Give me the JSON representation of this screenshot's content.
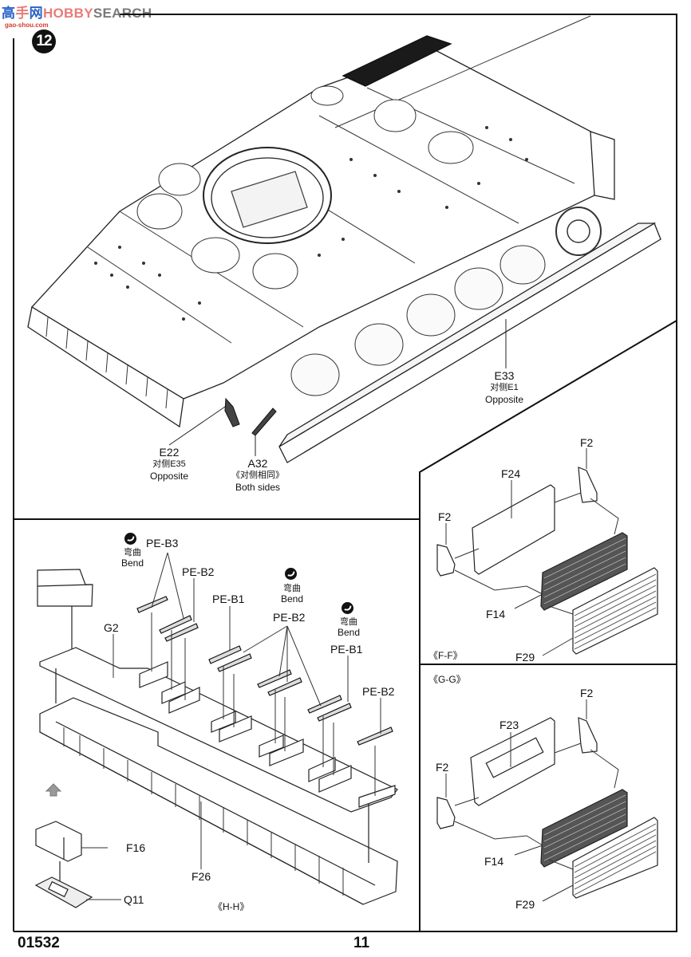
{
  "watermark": {
    "logo_cn": "高",
    "logo_mid": "手",
    "logo_cn2": "网",
    "brand_faded": "HOBBY",
    "brand": "SEARCH",
    "url": "gao-shou.com"
  },
  "step": {
    "number": "12"
  },
  "main_view": {
    "callouts": [
      {
        "part": "E22",
        "note_cn": "对侧E35",
        "note_en": "Opposite"
      },
      {
        "part": "A32",
        "note_cn": "《对侧相同》",
        "note_en": "Both sides"
      },
      {
        "part": "E33",
        "note_cn": "对侧E1",
        "note_en": "Opposite"
      }
    ]
  },
  "hh_panel": {
    "section_label": "《H-H》",
    "bend_notes": [
      {
        "cn": "弯曲",
        "en": "Bend"
      },
      {
        "cn": "弯曲",
        "en": "Bend"
      },
      {
        "cn": "弯曲",
        "en": "Bend"
      }
    ],
    "parts": {
      "pe_b3": "PE-B3",
      "pe_b2_a": "PE-B2",
      "pe_b1_a": "PE-B1",
      "pe_b2_b": "PE-B2",
      "pe_b1_b": "PE-B1",
      "pe_b2_c": "PE-B2",
      "g2": "G2",
      "f16": "F16",
      "q11": "Q11",
      "f26": "F26"
    }
  },
  "ff_panel": {
    "section_label": "《F-F》",
    "parts": {
      "f2_right": "F2",
      "f24": "F24",
      "f2_left": "F2",
      "f14": "F14",
      "f29": "F29"
    }
  },
  "gg_panel": {
    "section_label": "《G-G》",
    "parts": {
      "f2_right": "F2",
      "f23": "F23",
      "f2_left": "F2",
      "f14": "F14",
      "f29": "F29"
    }
  },
  "footer": {
    "kit_number": "01532",
    "page_number": "11"
  }
}
